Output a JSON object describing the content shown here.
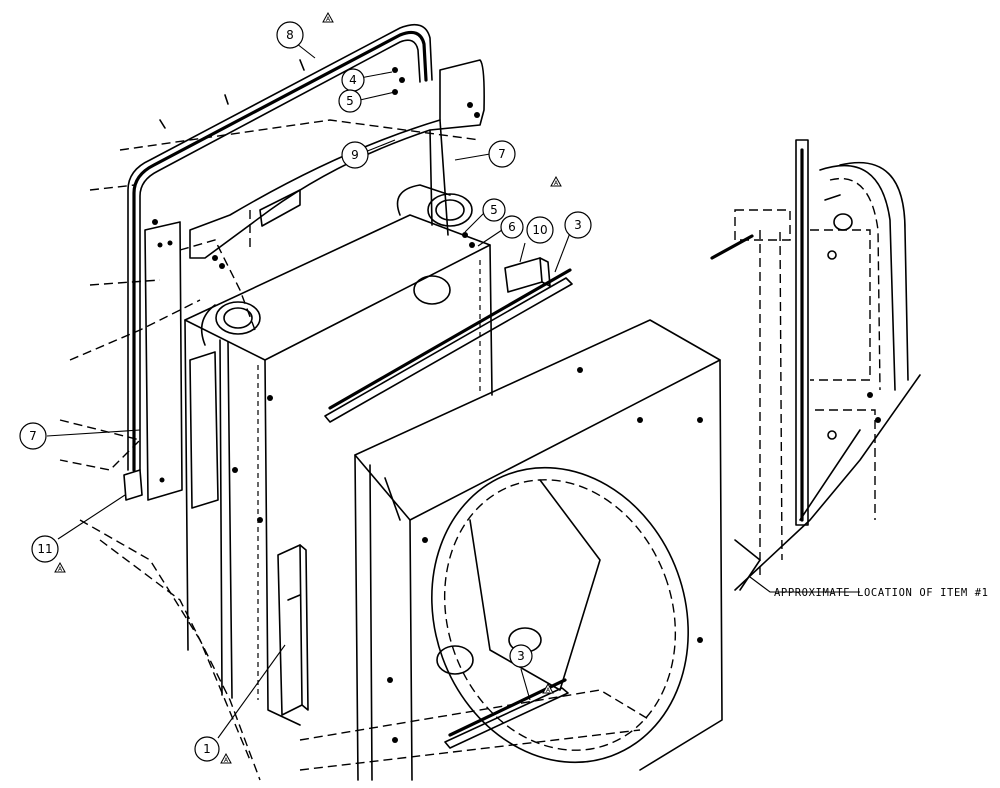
{
  "callouts": [
    {
      "id": "c1",
      "label": "1"
    },
    {
      "id": "c3a",
      "label": "3"
    },
    {
      "id": "c3b",
      "label": "3"
    },
    {
      "id": "c4",
      "label": "4"
    },
    {
      "id": "c5a",
      "label": "5"
    },
    {
      "id": "c5b",
      "label": "5"
    },
    {
      "id": "c6",
      "label": "6"
    },
    {
      "id": "c7a",
      "label": "7"
    },
    {
      "id": "c7b",
      "label": "7"
    },
    {
      "id": "c8",
      "label": "8"
    },
    {
      "id": "c9",
      "label": "9"
    },
    {
      "id": "c10",
      "label": "10"
    },
    {
      "id": "c11",
      "label": "11"
    }
  ],
  "revision_marker": "A",
  "note": "APPROXIMATE LOCATION OF ITEM #1"
}
